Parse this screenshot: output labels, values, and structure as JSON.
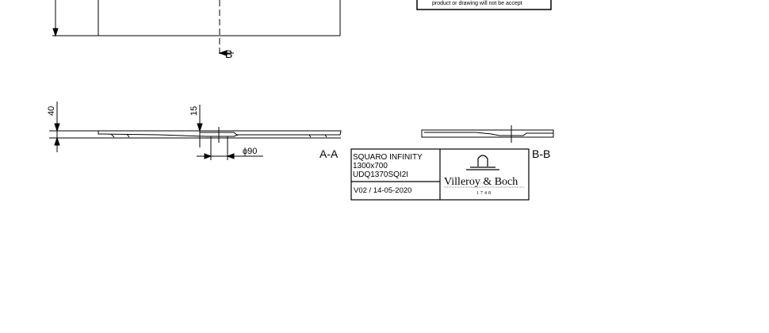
{
  "drawing": {
    "section_b_label": "B",
    "section_a_title": "A-A",
    "section_b_title": "B-B",
    "dim_height": "40",
    "dim_depth": "15",
    "dim_drain": "ϕ90",
    "notice_text": "product or drawing will not be accept"
  },
  "title_block": {
    "product_name": "SQUARO INFINITY",
    "size": "1300x700",
    "article_code": "UDQ1370SQI2I",
    "version": "V02 / 14-05-2020",
    "brand": "Villeroy & Boch",
    "brand_year": "1748"
  }
}
